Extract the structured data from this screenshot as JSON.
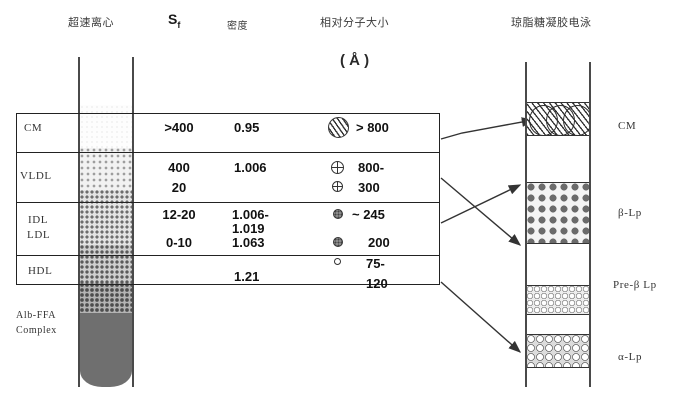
{
  "headers": {
    "ultracentrifugation": "超速离心",
    "sf_label": "S",
    "sf_sub": "f",
    "density": "密度",
    "molecular_size": "相对分子大小",
    "unit": "( Å )",
    "electrophoresis": "琼脂糖凝胶电泳"
  },
  "table": {
    "rows": [
      {
        "class_label": "CM",
        "sf": ">400",
        "density": "0.95",
        "size": "> 800",
        "icon": "hatched-large-circle-icon"
      },
      {
        "class_label": "VLDL",
        "sf_upper": "400",
        "sf_lower": "20",
        "density": "1.006",
        "size_upper": "800-",
        "size_lower": "300",
        "icon_upper": "crossed-circle-icon",
        "icon_lower": "crossed-circle-small-icon"
      },
      {
        "class_label_upper": "IDL",
        "class_label_lower": "LDL",
        "sf_upper": "12-20",
        "sf_lower": "0-10",
        "density_upper": "1.006-",
        "density_mid": "1.019",
        "density_lower": "1.063",
        "size_upper": "~ 245",
        "size_lower": "200",
        "icon_upper": "dotted-circle-icon",
        "icon_lower": "dotted-circle-icon"
      },
      {
        "class_label": "HDL",
        "density": "1.21",
        "size_upper": "75-",
        "size_lower": "120",
        "icon": "open-small-circle-icon"
      }
    ],
    "alb_complex_line1": "Alb-FFA",
    "alb_complex_line2": "Complex"
  },
  "gel": {
    "bands": [
      {
        "label": "CM"
      },
      {
        "label": "β-Lp"
      },
      {
        "label": "Pre-β Lp"
      },
      {
        "label": "α-Lp"
      }
    ]
  },
  "colors": {
    "ink": "#222222",
    "band_dark": "#6f6f6f",
    "band_mid": "#8a8a8a",
    "background": "#ffffff"
  }
}
